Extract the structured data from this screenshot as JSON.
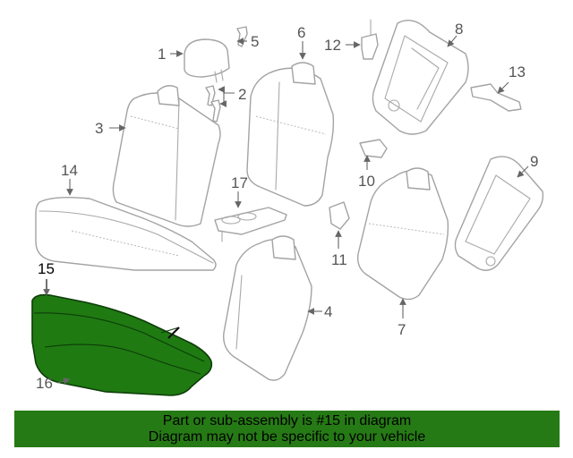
{
  "diagram": {
    "callouts": [
      {
        "id": "1",
        "label": "1"
      },
      {
        "id": "2",
        "label": "2"
      },
      {
        "id": "3",
        "label": "3"
      },
      {
        "id": "4",
        "label": "4"
      },
      {
        "id": "5",
        "label": "5"
      },
      {
        "id": "6",
        "label": "6"
      },
      {
        "id": "7",
        "label": "7"
      },
      {
        "id": "8",
        "label": "8"
      },
      {
        "id": "9",
        "label": "9"
      },
      {
        "id": "10",
        "label": "10"
      },
      {
        "id": "11",
        "label": "11"
      },
      {
        "id": "12",
        "label": "12"
      },
      {
        "id": "13",
        "label": "13"
      },
      {
        "id": "14",
        "label": "14"
      },
      {
        "id": "15",
        "label": "15"
      },
      {
        "id": "16",
        "label": "16"
      },
      {
        "id": "17",
        "label": "17"
      }
    ],
    "highlighted_part": "15",
    "highlight_color": "#1f7a12"
  },
  "banner": {
    "line1": "Part or sub-assembly is #15 in diagram",
    "line2": "Diagram may not be specific to your vehicle",
    "background": "#267a15"
  }
}
